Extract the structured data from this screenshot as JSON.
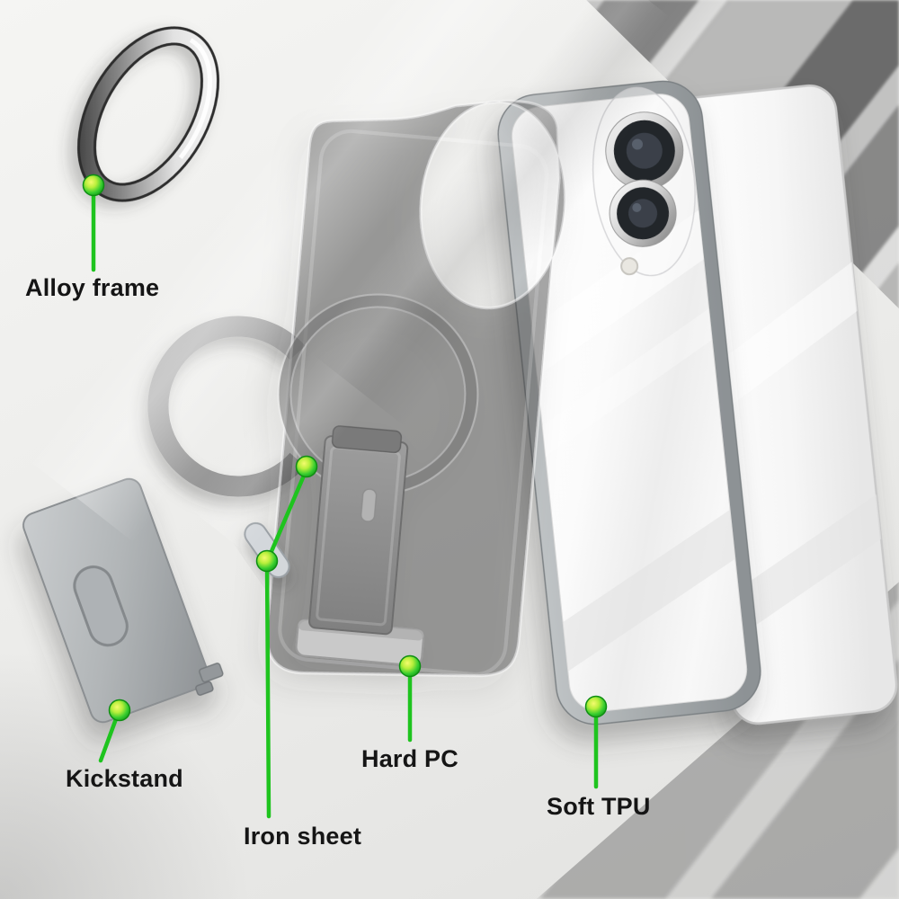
{
  "callouts": {
    "alloy_frame": "Alloy frame",
    "kickstand": "Kickstand",
    "iron_sheet": "Iron sheet",
    "hard_pc": "Hard PC",
    "soft_tpu": "Soft TPU"
  },
  "colors": {
    "callout_line": "#1ec41e",
    "dot_center": "#f4fb6e",
    "dot_edge": "#119314",
    "label_text": "#151515",
    "background": "#efefec",
    "case_smoke": "#3e3e40",
    "tpu_gray": "#a8adaf",
    "magsafe_ring_gray": "#a6a6a6",
    "phone_back_white": "#fdfdfd",
    "alloy_chrome_light": "#fcfcfc",
    "alloy_chrome_dark": "#2c2c2c"
  }
}
